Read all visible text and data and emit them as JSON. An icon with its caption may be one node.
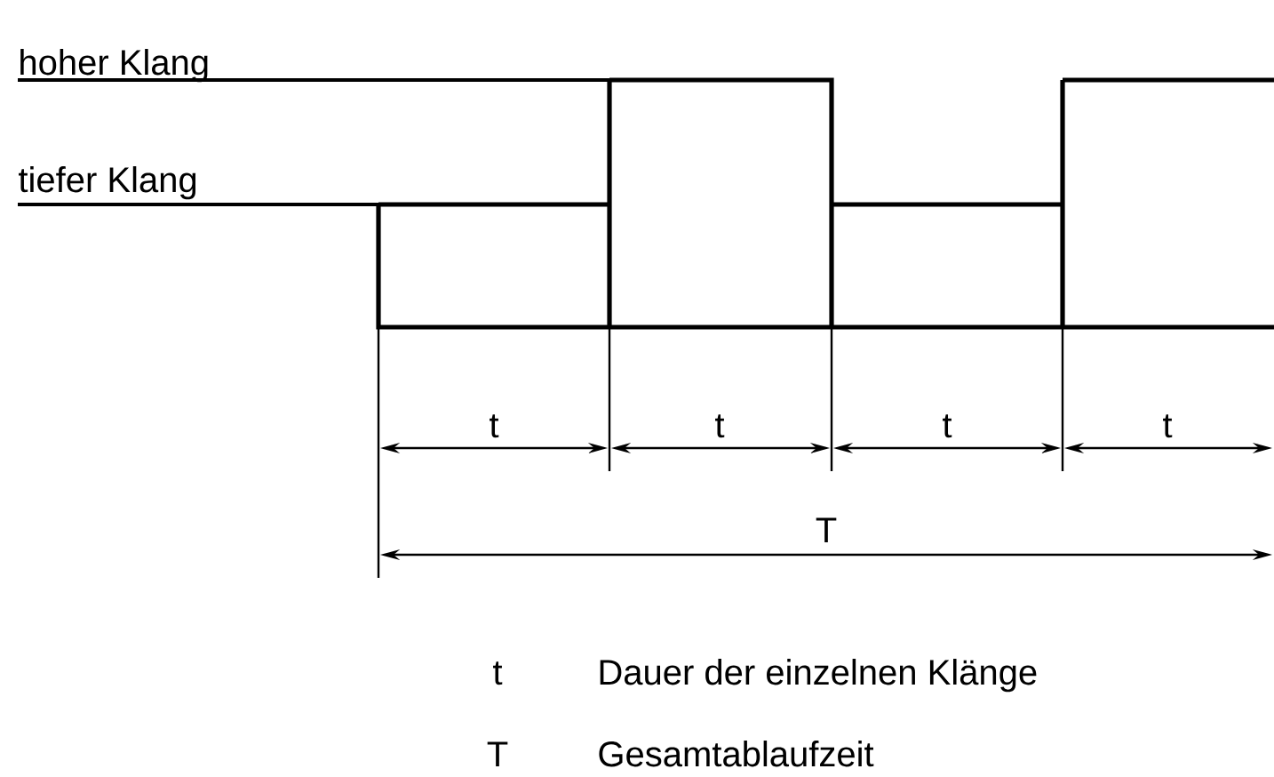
{
  "diagram": {
    "labels": [
      "hoher Klang",
      "tiefer Klang",
      "t",
      "t",
      "t",
      "t",
      "T",
      "t",
      "Dauer der einzelnen Klänge",
      "T",
      "Gesamtablaufzeit"
    ]
  }
}
